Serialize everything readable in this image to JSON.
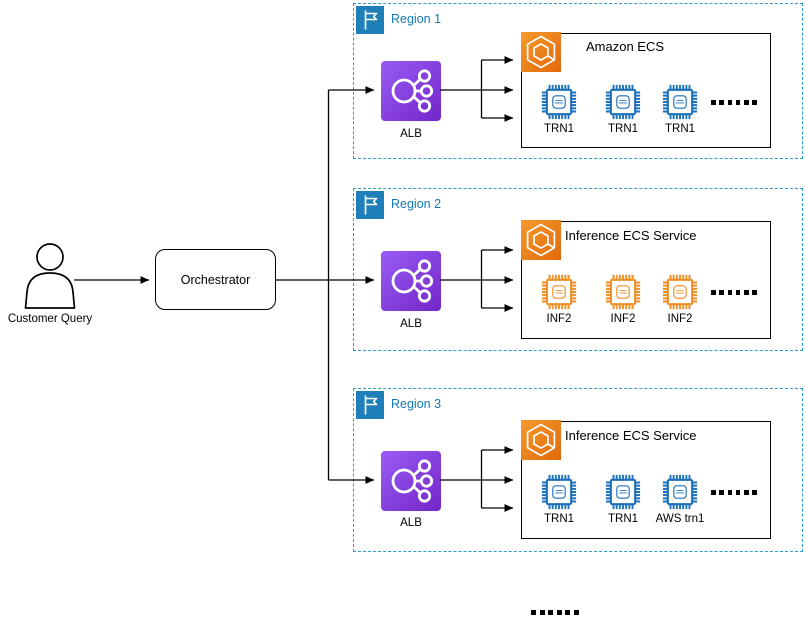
{
  "customer": {
    "icon": "person-icon",
    "label": "Customer Query"
  },
  "orchestrator": {
    "label": "Orchestrator"
  },
  "regions": [
    {
      "label": "Region 1",
      "flag_icon": "region-flag-icon",
      "load_balancer": {
        "icon": "alb-icon",
        "label": "ALB"
      },
      "service": {
        "icon": "ecs-icon",
        "title": "Amazon ECS"
      },
      "chips": [
        {
          "icon": "trainium-chip-icon",
          "type": "trainium",
          "label": "TRN1"
        },
        {
          "icon": "trainium-chip-icon",
          "type": "trainium",
          "label": "TRN1"
        },
        {
          "icon": "trainium-chip-icon",
          "type": "trainium",
          "label": "TRN1"
        }
      ],
      "more_icon": "ellipsis-dots-icon"
    },
    {
      "label": "Region 2",
      "flag_icon": "region-flag-icon",
      "load_balancer": {
        "icon": "alb-icon",
        "label": "ALB"
      },
      "service": {
        "icon": "ecs-icon",
        "title": "Inference ECS Service"
      },
      "chips": [
        {
          "icon": "inferentia-chip-icon",
          "type": "inferentia",
          "label": "INF2"
        },
        {
          "icon": "inferentia-chip-icon",
          "type": "inferentia",
          "label": "INF2"
        },
        {
          "icon": "inferentia-chip-icon",
          "type": "inferentia",
          "label": "INF2"
        }
      ],
      "more_icon": "ellipsis-dots-icon"
    },
    {
      "label": "Region 3",
      "flag_icon": "region-flag-icon",
      "load_balancer": {
        "icon": "alb-icon",
        "label": "ALB"
      },
      "service": {
        "icon": "ecs-icon",
        "title": "Inference ECS Service"
      },
      "chips": [
        {
          "icon": "trainium-chip-icon",
          "type": "trainium",
          "label": "TRN1"
        },
        {
          "icon": "trainium-chip-icon",
          "type": "trainium",
          "label": "TRN1"
        },
        {
          "icon": "trainium-chip-icon",
          "type": "trainium",
          "label": "AWS trn1"
        }
      ],
      "more_icon": "ellipsis-dots-icon"
    }
  ],
  "more_regions_icon": "ellipsis-dots-icon",
  "colors": {
    "region_border": "#2D9BD3",
    "region_label": "#1778B5",
    "flag_background": "#1F80B9",
    "alb_gradient": [
      "#9A5CF4",
      "#7226C9"
    ],
    "ecs_gradient": [
      "#F49B2B",
      "#E2680C"
    ],
    "trainium_chip": "#1D70BA",
    "inferentia_chip": "#EE8E26",
    "connector": "#000000"
  }
}
